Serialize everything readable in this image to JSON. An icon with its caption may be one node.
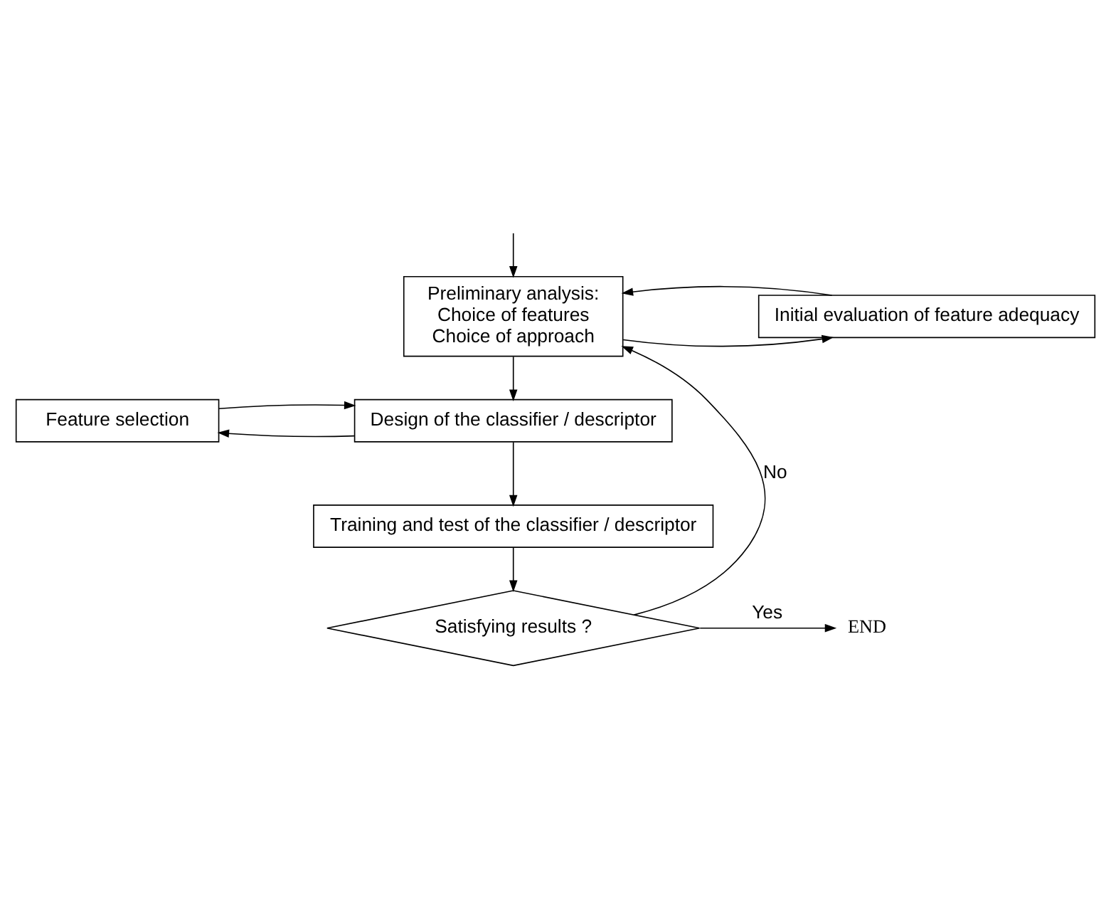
{
  "diagram": {
    "nodes": [
      {
        "text": [
          "Preliminary analysis:",
          "Choice of features",
          "Choice of approach"
        ]
      },
      {
        "text": [
          "Initial evaluation of feature adequacy"
        ]
      },
      {
        "text": [
          "Design of the classifier / descriptor"
        ]
      },
      {
        "text": [
          "Feature selection"
        ]
      },
      {
        "text": [
          "Training and test of the classifier / descriptor"
        ]
      },
      {
        "text": [
          "Satisfying results ?"
        ]
      },
      {
        "text": [
          "END"
        ]
      }
    ],
    "edges": [
      {
        "from": null,
        "to": 0,
        "arrow": "to"
      },
      {
        "from": 0,
        "to": 1,
        "arrow": "to"
      },
      {
        "from": 1,
        "to": 0,
        "arrow": "to"
      },
      {
        "from": 0,
        "to": 2,
        "arrow": "to"
      },
      {
        "from": 2,
        "to": 3,
        "arrow": "to"
      },
      {
        "from": 3,
        "to": 2,
        "arrow": "to"
      },
      {
        "from": 2,
        "to": 4,
        "arrow": "to"
      },
      {
        "from": 4,
        "to": 5,
        "arrow": "to"
      },
      {
        "from": 5,
        "to": 6,
        "arrow": "to",
        "label": "Yes"
      },
      {
        "from": 5,
        "to": 0,
        "arrow": "to",
        "label": "No"
      }
    ]
  }
}
